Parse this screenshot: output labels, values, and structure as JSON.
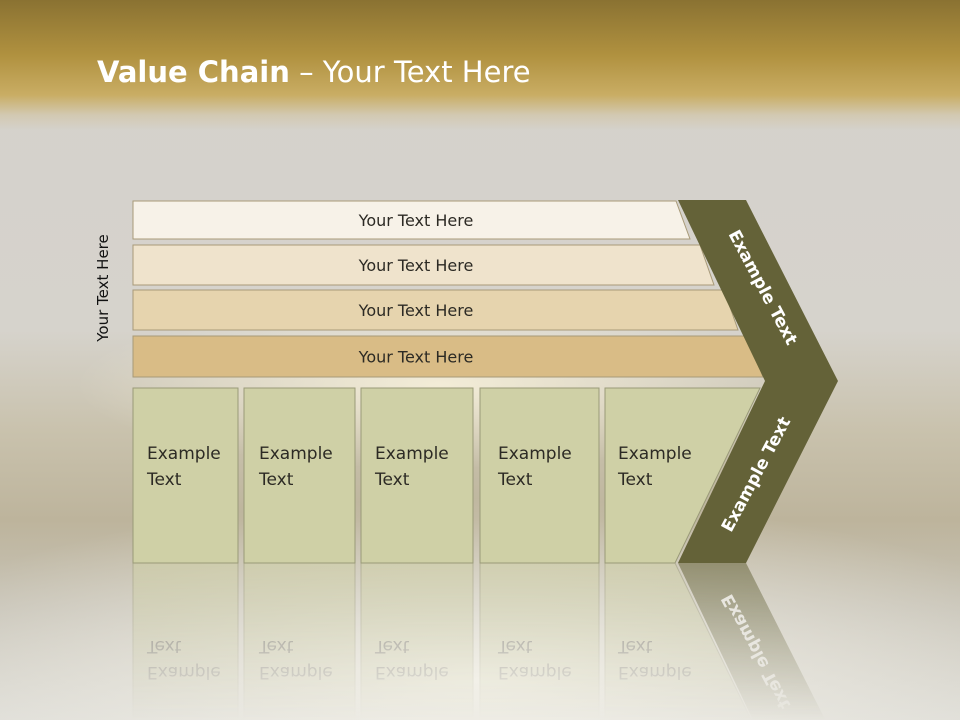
{
  "title": {
    "bold": "Value Chain",
    "rest": " – Your Text Here"
  },
  "side_label": "Your Text Here",
  "bars": [
    {
      "label": "Your Text Here",
      "color": "#f7f2e8"
    },
    {
      "label": "Your Text Here",
      "color": "#efe3cc"
    },
    {
      "label": "Your Text Here",
      "color": "#e6d4ae"
    },
    {
      "label": "Your Text Here",
      "color": "#d9bc86"
    }
  ],
  "columns": [
    {
      "line1": "Example",
      "line2": "Text"
    },
    {
      "line1": "Example",
      "line2": "Text"
    },
    {
      "line1": "Example",
      "line2": "Text"
    },
    {
      "line1": "Example",
      "line2": "Text"
    },
    {
      "line1": "Example",
      "line2": "Text"
    }
  ],
  "chevron": {
    "upper_label": "Example Text",
    "lower_label": "Example Text",
    "color": "#646238"
  },
  "colors": {
    "column_fill": "#cfd0a6",
    "column_stroke": "#9a9a78",
    "bar_stroke": "#a89a78",
    "header_gold": "#b0913f"
  }
}
